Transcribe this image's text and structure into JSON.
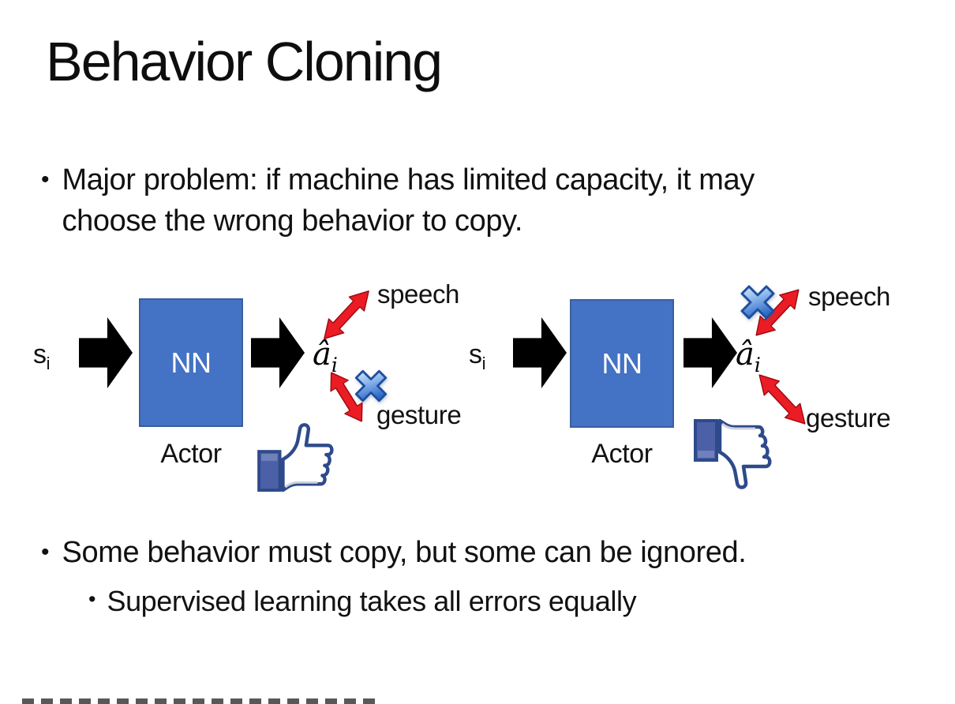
{
  "slide": {
    "title": "Behavior Cloning",
    "bullet1": "Major problem: if machine has limited capacity, it may choose the wrong behavior to copy.",
    "bullet2": "Some behavior must copy, but some can be ignored.",
    "bullet2_sub": "Supervised learning takes all errors equally",
    "bullet_glyph": "•",
    "diagram": {
      "input": "s",
      "input_sub": "i",
      "nn": "NN",
      "actor": "Actor",
      "output": "â",
      "output_sub": "i",
      "speech": "speech",
      "gesture": "gesture"
    },
    "colors": {
      "nn_fill": "#4472C4",
      "nn_border": "#3A5F9E",
      "black_arrow": "#000000",
      "red_arrow": "#EC1C24",
      "red_arrow_edge": "#9D0A10",
      "x_light": "#D8E8FA",
      "x_mid": "#8FB8EC",
      "x_dark": "#2E6BC8",
      "x_outline": "#1D4F9E",
      "thumb_outline": "#2E4A8B",
      "thumb_sleeve": "#4C60A8"
    }
  }
}
